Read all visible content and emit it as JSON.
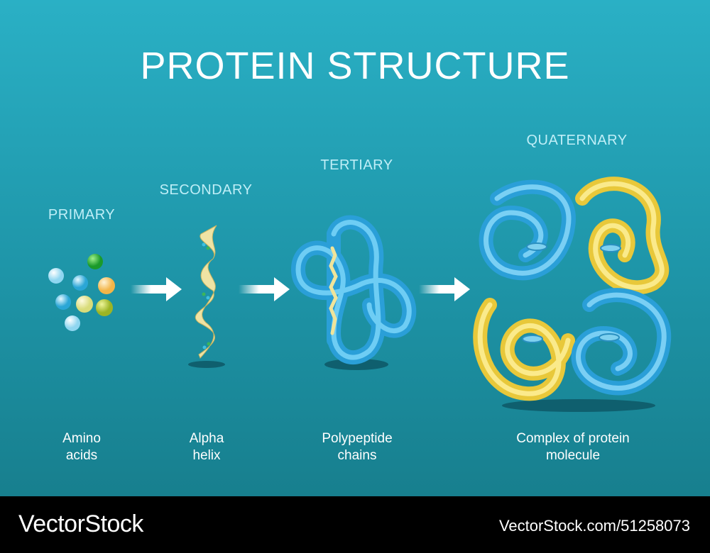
{
  "title": "PROTEIN STRUCTURE",
  "levels": [
    {
      "name": "PRIMARY",
      "caption_1": "Amino",
      "caption_2": "acids"
    },
    {
      "name": "SECONDARY",
      "caption_1": "Alpha",
      "caption_2": "helix"
    },
    {
      "name": "TERTIARY",
      "caption_1": "Polypeptide",
      "caption_2": "chains"
    },
    {
      "name": "QUATERNARY",
      "caption_1": "Complex of protein",
      "caption_2": "molecule"
    }
  ],
  "colors": {
    "blue_chain": "#3fb8ee",
    "yellow_chain": "#f3d54a",
    "background_top": "#2ab0c5",
    "background_bottom": "#177f8e"
  },
  "footer": {
    "brand": "VectorStock",
    "stock_id": "VectorStock.com/51258073"
  }
}
